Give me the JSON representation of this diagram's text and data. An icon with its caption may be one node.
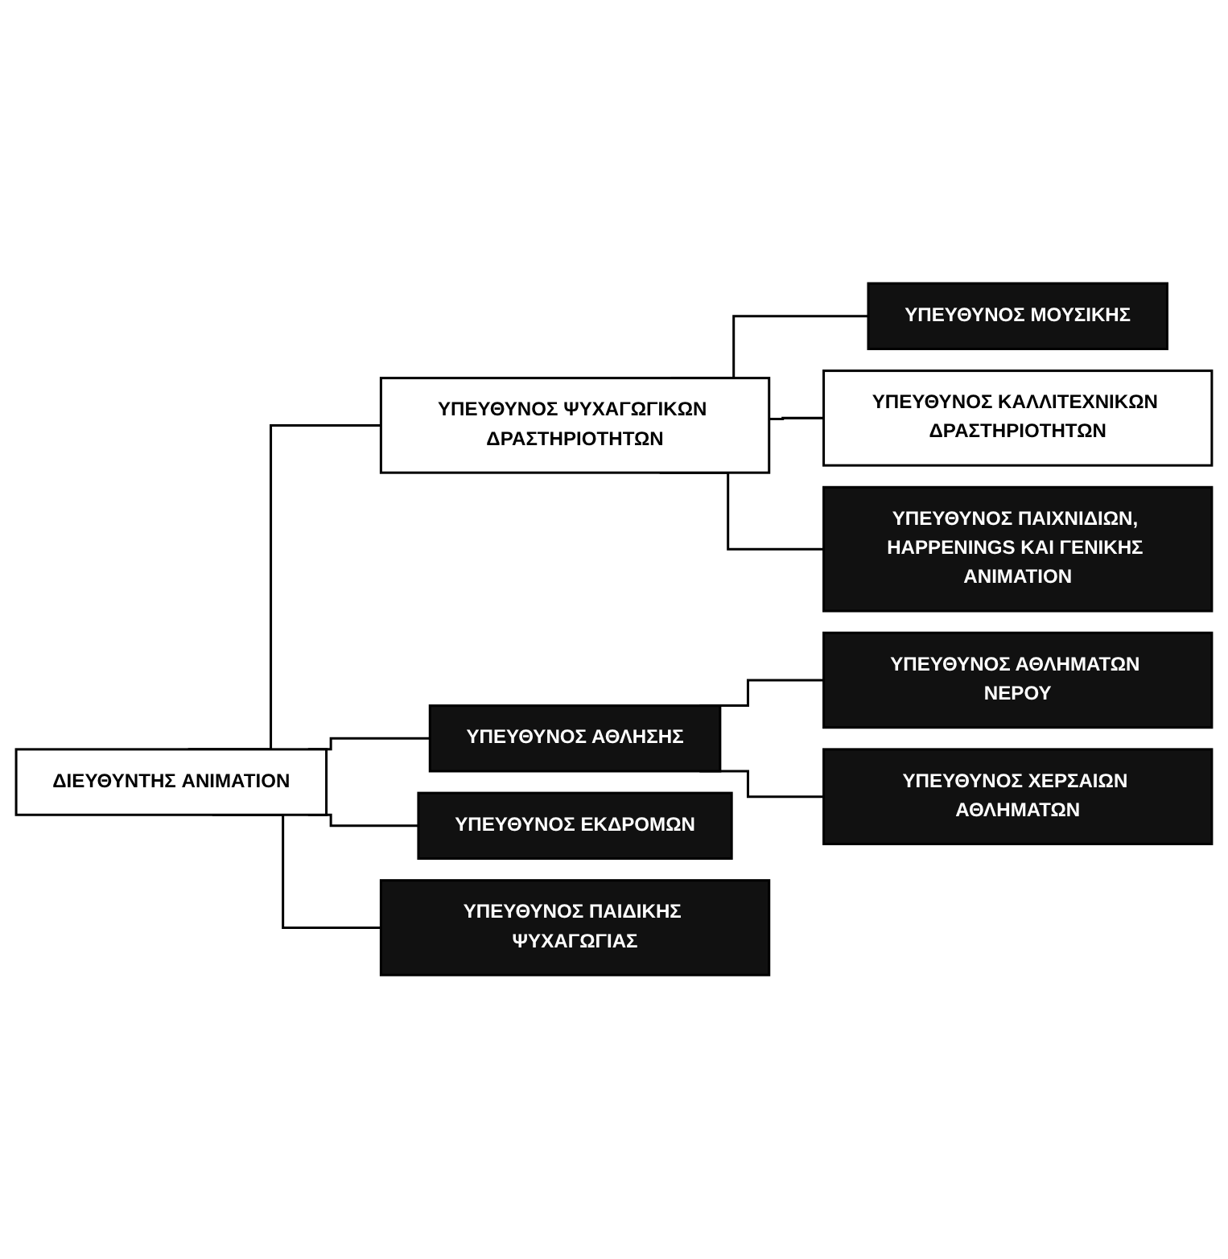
{
  "diagram": {
    "nodes": [
      {
        "text": [
          "ΔΙΕΥΘΥΝΤΗΣ ANIMATION"
        ]
      },
      {
        "text": [
          "ΥΠΕΥΘΥΝΟΣ ΨΥΧΑΓΩΓΙΚΩΝ ΔΡΑΣΤΗΡΙΟΤΗΤΩΝ"
        ]
      },
      {
        "text": [
          "ΥΠΕΥΘΥΝΟΣ ΜΟΥΣΙΚΗΣ"
        ]
      },
      {
        "text": [
          "ΥΠΕΥΘΥΝΟΣ ΚΑΛΛΙΤΕΧΝΙΚΩΝ ΔΡΑΣΤΗΡΙΟΤΗΤΩΝ"
        ]
      },
      {
        "text": [
          "ΥΠΕΥΘΥΝΟΣ ΠΑΙΧΝΙΔΙΩΝ, HAPPENINGS ΚΑΙ ΓΕΝΙΚΗΣ ANIMATION"
        ]
      },
      {
        "text": [
          "ΥΠΕΥΘΥΝΟΣ ΑΘΛΗΣΗΣ"
        ]
      },
      {
        "text": [
          "ΥΠΕΥΘΥΝΟΣ ΑΘΛΗΜΑΤΩΝ ΝΕΡΟΥ"
        ]
      },
      {
        "text": [
          "ΥΠΕΥΘΥΝΟΣ ΧΕΡΣΑΙΩΝ ΑΘΛΗΜΑΤΩΝ"
        ]
      },
      {
        "text": [
          "ΥΠΕΥΘΥΝΟΣ ΕΚΔΡΟΜΩΝ"
        ]
      },
      {
        "text": [
          "ΥΠΕΥΘΥΝΟΣ ΠΑΙΔΙΚΗΣ ΨΥΧΑΓΩΓΙΑΣ"
        ]
      }
    ],
    "edges": [
      {
        "from": 0,
        "to": 1,
        "arrow": "none"
      },
      {
        "from": 1,
        "to": 2,
        "arrow": "none"
      },
      {
        "from": 1,
        "to": 3,
        "arrow": "none"
      },
      {
        "from": 1,
        "to": 4,
        "arrow": "none"
      },
      {
        "from": 0,
        "to": 5,
        "arrow": "none"
      },
      {
        "from": 5,
        "to": 6,
        "arrow": "none"
      },
      {
        "from": 5,
        "to": 7,
        "arrow": "none"
      },
      {
        "from": 0,
        "to": 8,
        "arrow": "none"
      },
      {
        "from": 0,
        "to": 9,
        "arrow": "none"
      }
    ]
  }
}
